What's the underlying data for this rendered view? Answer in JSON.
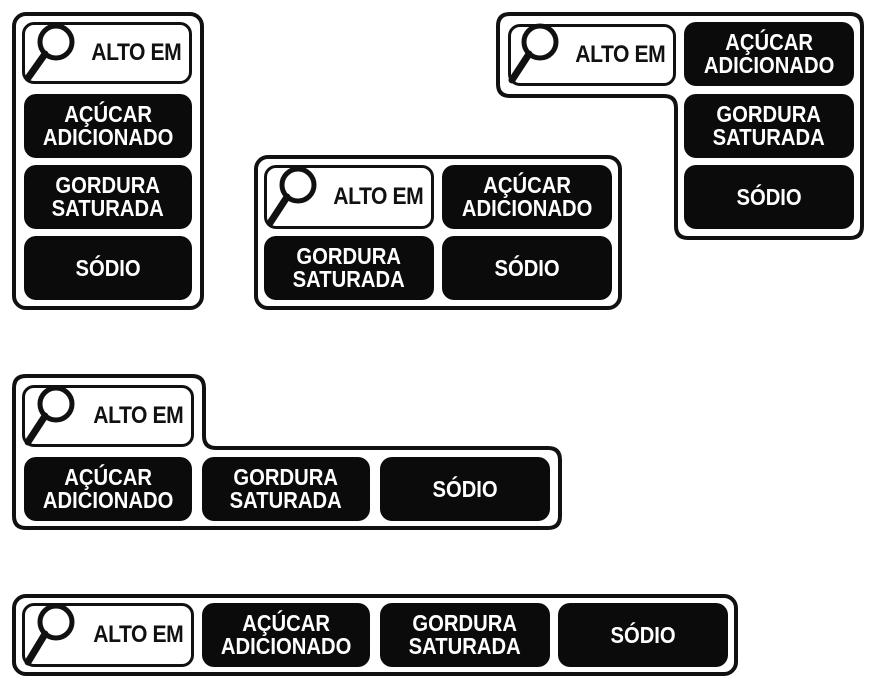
{
  "labels": {
    "alto_em": "ALTO EM",
    "acucar": "AÇÚCAR\nADICIONADO",
    "gordura": "GORDURA\nSATURADA",
    "sodio": "SÓDIO"
  },
  "icons": {
    "magnifier": "magnifying-glass-icon"
  },
  "colors": {
    "border": "#111111",
    "fill_dark": "#0b0b0b",
    "text_light": "#ffffff",
    "background": "#ffffff"
  }
}
